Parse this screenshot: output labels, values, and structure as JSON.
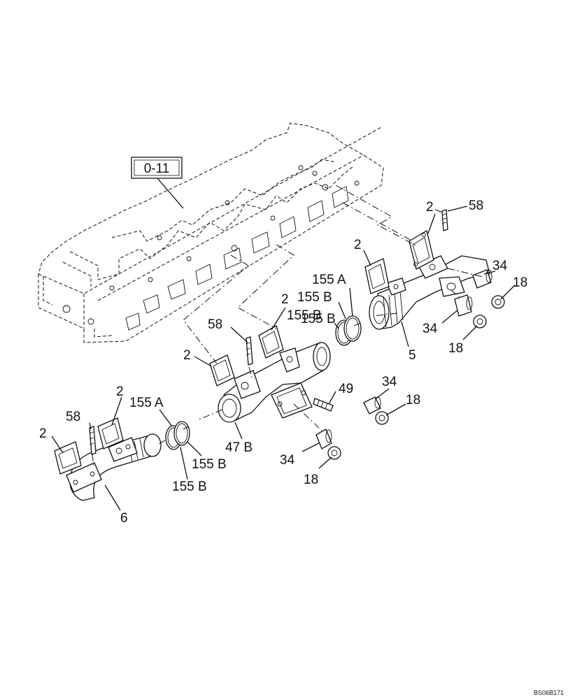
{
  "reference_box": "0-11",
  "drawing_code": "BS06B171",
  "callouts": {
    "c2_a": "2",
    "c58_a": "58",
    "c34_a": "34",
    "c18_a": "18",
    "c2_b": "2",
    "c155a_a": "155 A",
    "c155b_a": "155 B",
    "c2_c": "2",
    "c155b_b": "155 B",
    "c155b_c": "155 B",
    "c58_b": "58",
    "c34_b": "34",
    "c18_b": "18",
    "c5": "5",
    "c2_d": "2",
    "c49": "49",
    "c34_c": "34",
    "c18_c": "18",
    "c2_e": "2",
    "c2_f": "2",
    "c58_c": "58",
    "c155a_b": "155 A",
    "c47b": "47 B",
    "c155b_d": "155 B",
    "c155b_e": "155 B",
    "c34_d": "34",
    "c18_d": "18",
    "c6": "6"
  }
}
